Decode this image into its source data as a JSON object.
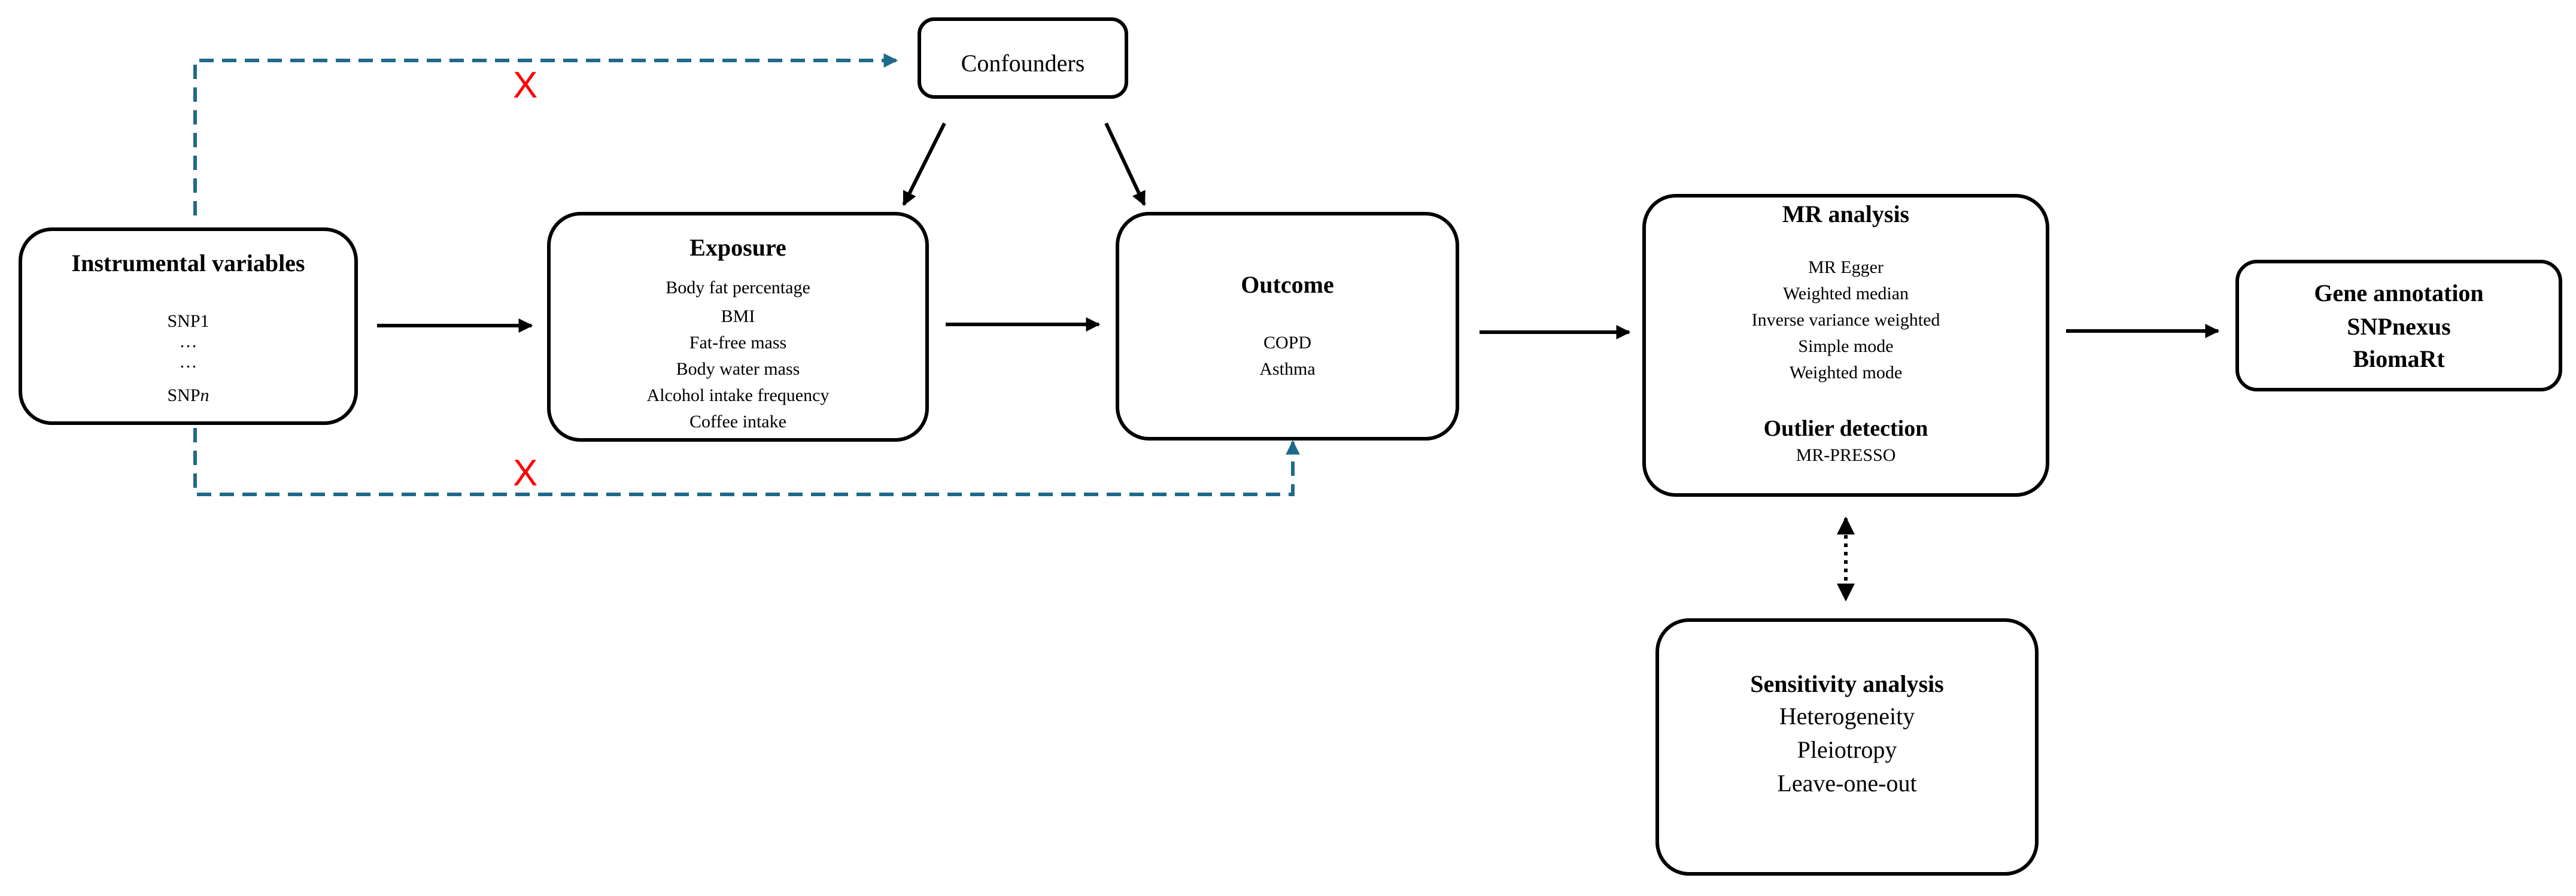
{
  "confounders": {
    "label": "Confounders"
  },
  "instrumental": {
    "title": "Instrumental variables",
    "snp1": "SNP1",
    "dots1": "…",
    "dots2": "…",
    "snpn_prefix": "SNP",
    "snpn_suffix": "n"
  },
  "exposure": {
    "title": "Exposure",
    "items": [
      "Body fat percentage",
      "BMI",
      "Fat-free mass",
      "Body water mass",
      "Alcohol intake frequency",
      "Coffee intake"
    ]
  },
  "outcome": {
    "title": "Outcome",
    "items": [
      "COPD",
      "Asthma"
    ]
  },
  "mr": {
    "title": "MR analysis",
    "methods": [
      "MR Egger",
      "Weighted median",
      "Inverse variance weighted",
      "Simple mode",
      "Weighted mode"
    ],
    "outlier_title": "Outlier detection",
    "outlier_method": "MR-PRESSO"
  },
  "sensitivity": {
    "title": "Sensitivity analysis",
    "items": [
      "Heterogeneity",
      "Pleiotropy",
      "Leave-one-out"
    ]
  },
  "gene": {
    "title": "Gene annotation",
    "tools": [
      "SNPnexus",
      "BiomaRt"
    ]
  },
  "markers": {
    "blocked": "X"
  },
  "colors": {
    "dashed_link": "#1f6a8a",
    "blocked_mark": "#ff0000",
    "arrow": "#000000"
  }
}
